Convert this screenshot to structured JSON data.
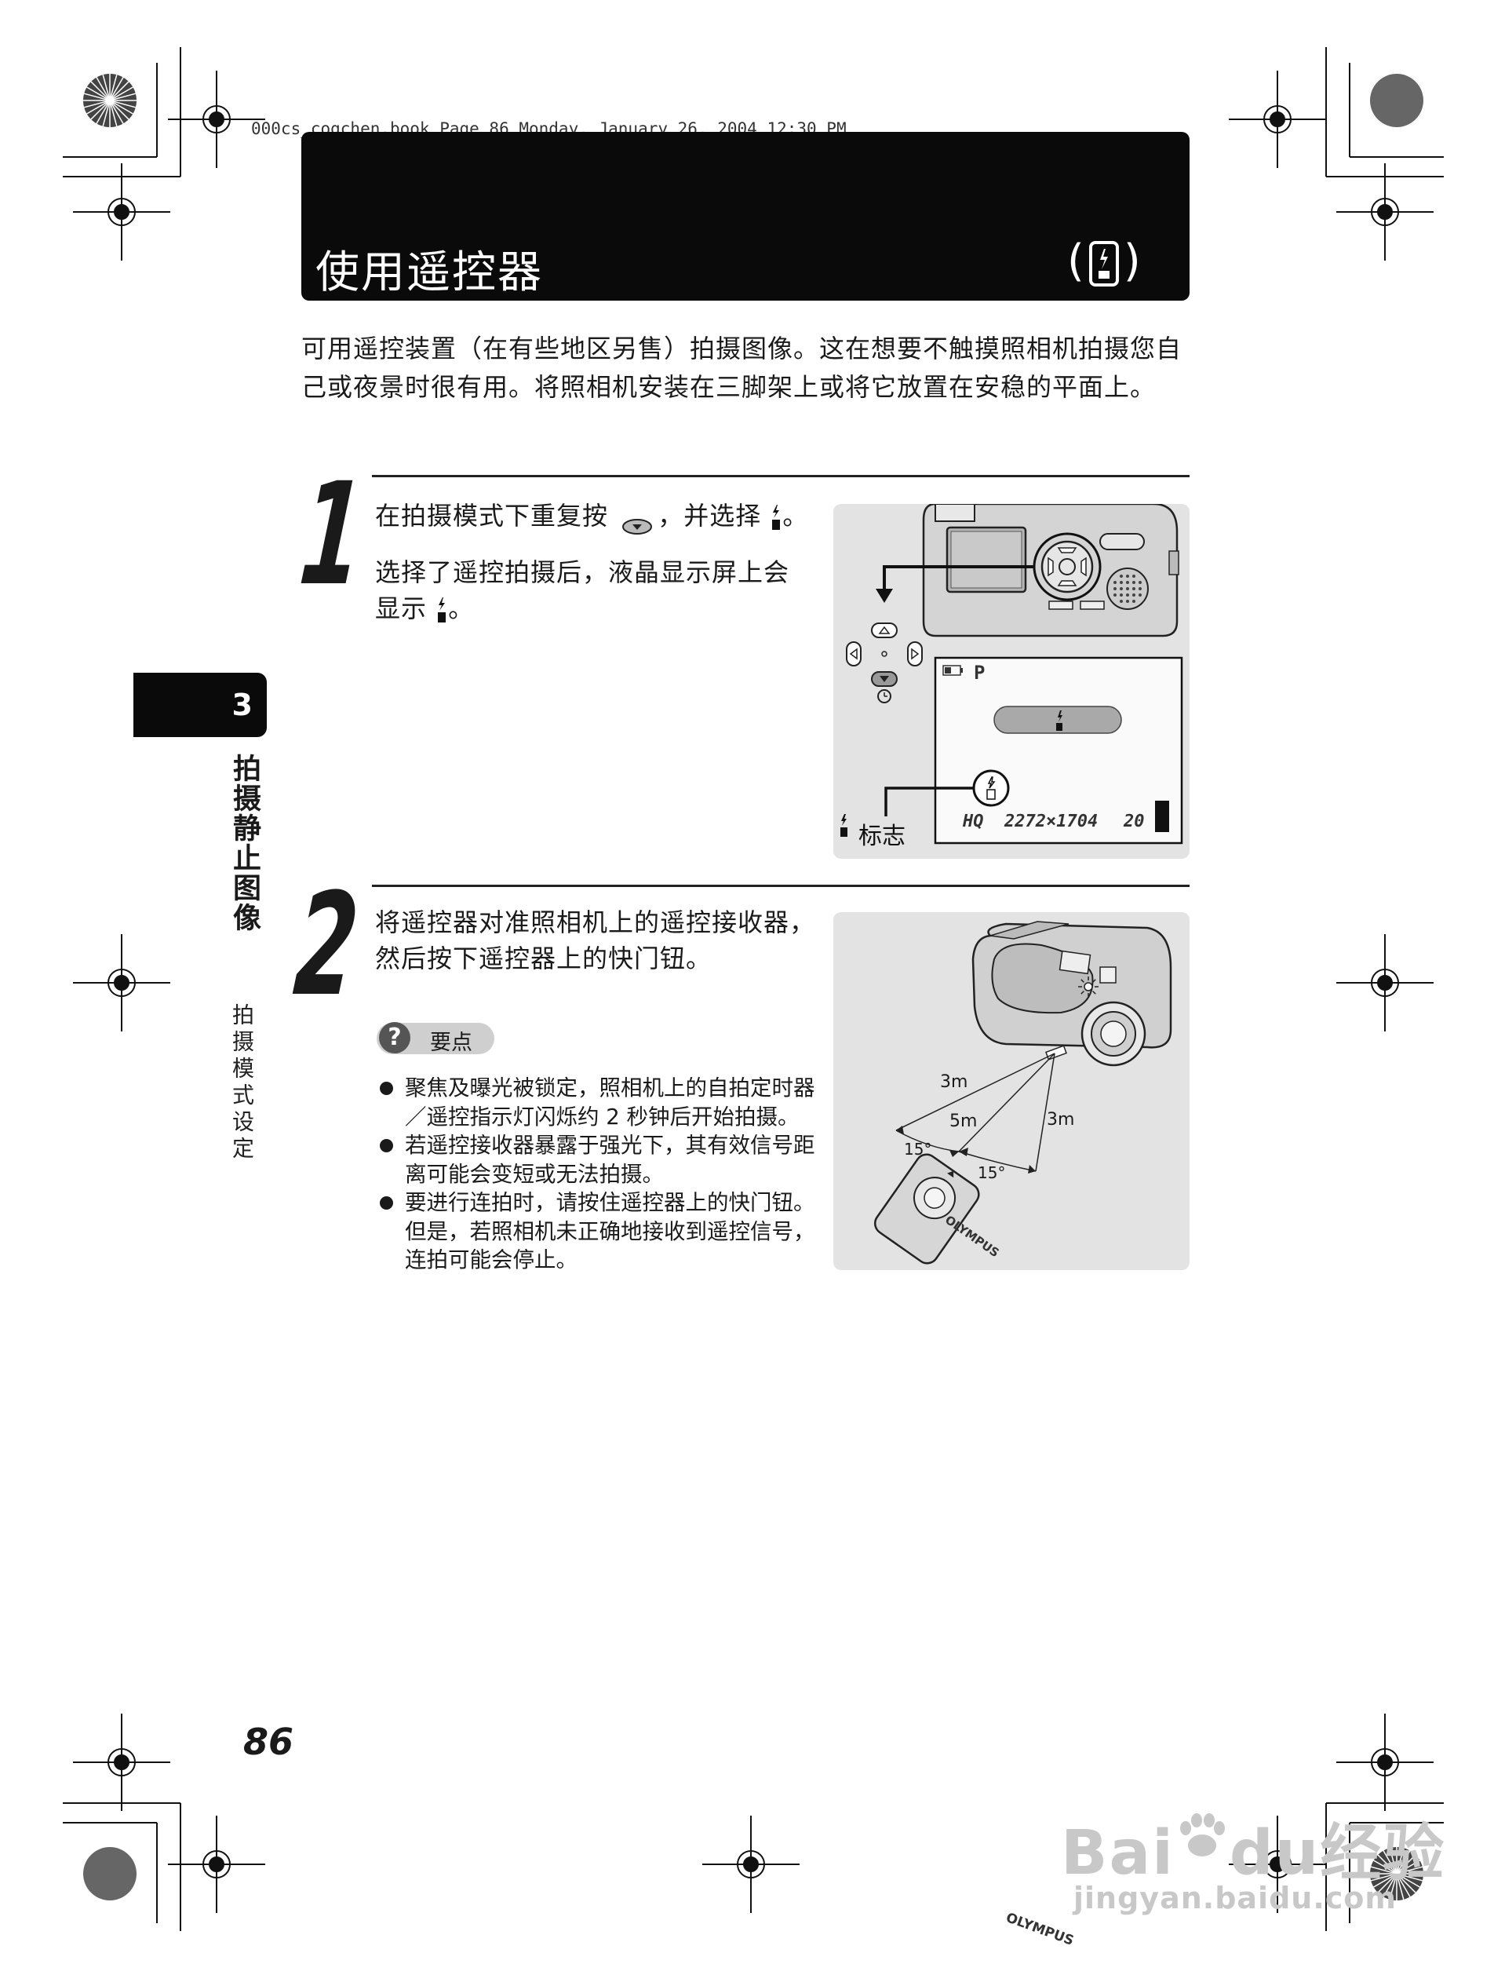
{
  "running_head": "000cs_cogchen.book  Page 86  Monday, January 26, 2004  12:30 PM",
  "title": {
    "text": "使用遥控器",
    "mode_open": "(",
    "mode_close": ")",
    "mode_icon": "remote-control-icon"
  },
  "intro": "可用遥控装置（在有些地区另售）拍摄图像。这在想要不触摸照相机拍摄您自己或夜景时很有用。将照相机安装在三脚架上或将它放置在安稳的平面上。",
  "sidebar": {
    "chapter_number": "3",
    "chapter_title": "拍摄静止图像",
    "section_title": "拍摄模式设定"
  },
  "step1": {
    "number": "1",
    "line1_a": "在拍摄模式下重复按",
    "line1_b": "，并选择",
    "line1_c": "。",
    "line2_a": "选择了遥控拍摄后，液晶显示屏上会显示",
    "line2_b": "。",
    "figure": {
      "mode_letter": "P",
      "info_line": "HQ  2272×1704",
      "frames_left": "20",
      "callout_label": "标志"
    }
  },
  "step2": {
    "number": "2",
    "text": "将遥控器对准照相机上的遥控接收器，然后按下遥控器上的快门钮。",
    "figure": {
      "brand": "OLYMPUS",
      "distance_left": "3m",
      "distance_center": "5m",
      "distance_right": "3m",
      "angle_left": "15°",
      "angle_right": "15°"
    }
  },
  "tips": {
    "icon": "?",
    "label": "要点",
    "items": [
      "聚焦及曝光被锁定，照相机上的自拍定时器／遥控指示灯闪烁约 2 秒钟后开始拍摄。",
      "若遥控接收器暴露于强光下，其有效信号距离可能会变短或无法拍摄。",
      "要进行连拍时，请按住遥控器上的快门钮。但是，若照相机未正确地接收到遥控信号，连拍可能会停止。"
    ]
  },
  "page_number": "86",
  "watermark": {
    "logo_a": "Bai",
    "logo_b": "du",
    "logo_c": "经验",
    "url": "jingyan.baidu.com"
  }
}
